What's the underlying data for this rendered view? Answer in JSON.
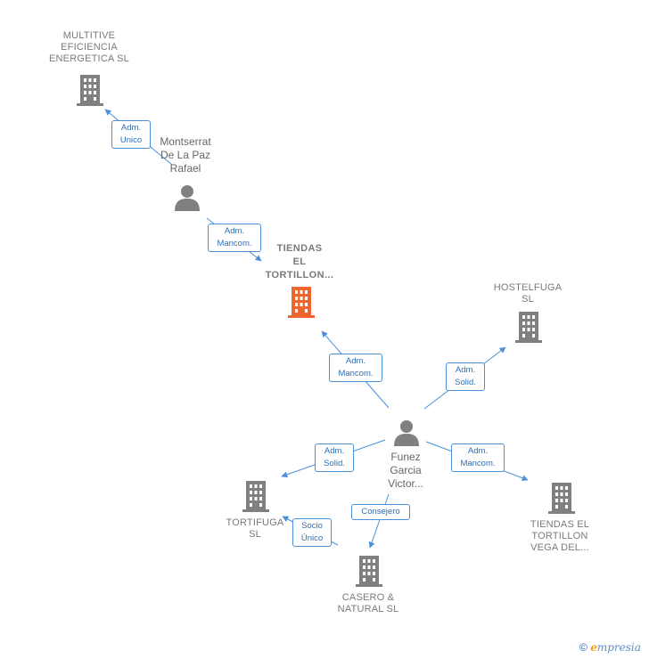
{
  "colors": {
    "company": "#808080",
    "focal": "#f0642d",
    "person": "#808080",
    "edge": "#4a90d9"
  },
  "nodes": {
    "multitive": {
      "label": "MULTITIVE\nEFICIENCIA\nENERGETICA SL",
      "icon": "building-icon"
    },
    "montserrat": {
      "label": "Montserrat\nDe La Paz\nRafael",
      "icon": "person-icon"
    },
    "tiendas_tortillon": {
      "label": "TIENDAS\nEL\nTORTILLON...",
      "icon": "building-icon"
    },
    "hostelfuga": {
      "label": "HOSTELFUGA\nSL",
      "icon": "building-icon"
    },
    "funez": {
      "label": "Funez\nGarcia\nVictor...",
      "icon": "person-icon"
    },
    "tortifuga": {
      "label": "TORTIFUGA\nSL",
      "icon": "building-icon"
    },
    "tiendas_vega": {
      "label": "TIENDAS EL\nTORTILLON\nVEGA DEL...",
      "icon": "building-icon"
    },
    "casero": {
      "label": "CASERO &\nNATURAL  SL",
      "icon": "building-icon"
    }
  },
  "edges": {
    "montserrat_multitive": "Adm.\nUnico",
    "montserrat_tiendas": "Adm.\nMancom.",
    "funez_tiendas": "Adm.\nMancom.",
    "funez_hostelfuga": "Adm.\nSolid.",
    "funez_tortifuga": "Adm.\nSolid.",
    "funez_vega": "Adm.\nMancom.",
    "funez_casero": "Consejero",
    "casero_tortifuga": "Socio\nÚnico"
  },
  "footer": {
    "copyright": "©",
    "brand_e": "e",
    "brand_rest": "mpresia"
  }
}
